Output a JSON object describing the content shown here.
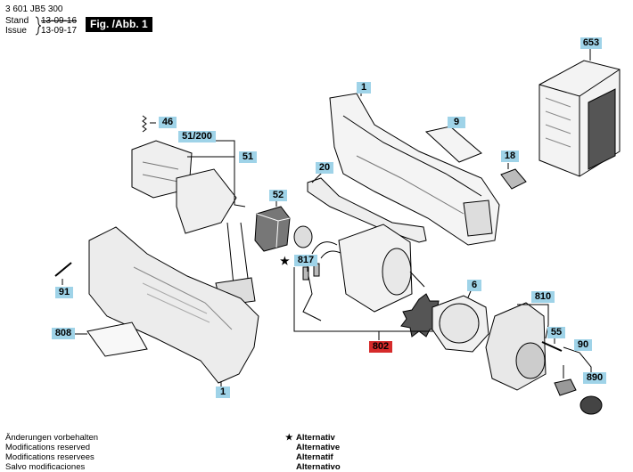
{
  "header": {
    "doc_number": "3 601 JB5 300",
    "stand_label": "Stand",
    "issue_label": "Issue",
    "old_date": "13-09-16",
    "new_date": "13-09-17",
    "figure_label": "Fig. /Abb. 1"
  },
  "labels": {
    "p653": "653",
    "p1_top": "1",
    "p46": "46",
    "p51_200": "51/200",
    "p9": "9",
    "p51": "51",
    "p18": "18",
    "p20": "20",
    "p52": "52",
    "p817": "817",
    "p91": "91",
    "p6": "6",
    "p810": "810",
    "p55": "55",
    "p808": "808",
    "p802": "802",
    "p90": "90",
    "p890": "890",
    "p1_bottom": "1",
    "star": "★"
  },
  "footer": {
    "left": [
      "Änderungen vorbehalten",
      "Modifications reserved",
      "Modifications reservees",
      "Salvo modificaciones"
    ],
    "star": "★",
    "right": [
      "Alternativ",
      "Alternative",
      "Alternatif",
      "Alternativo"
    ]
  },
  "colors": {
    "callout": "#9fd3e8",
    "highlight": "#d62b2b"
  }
}
